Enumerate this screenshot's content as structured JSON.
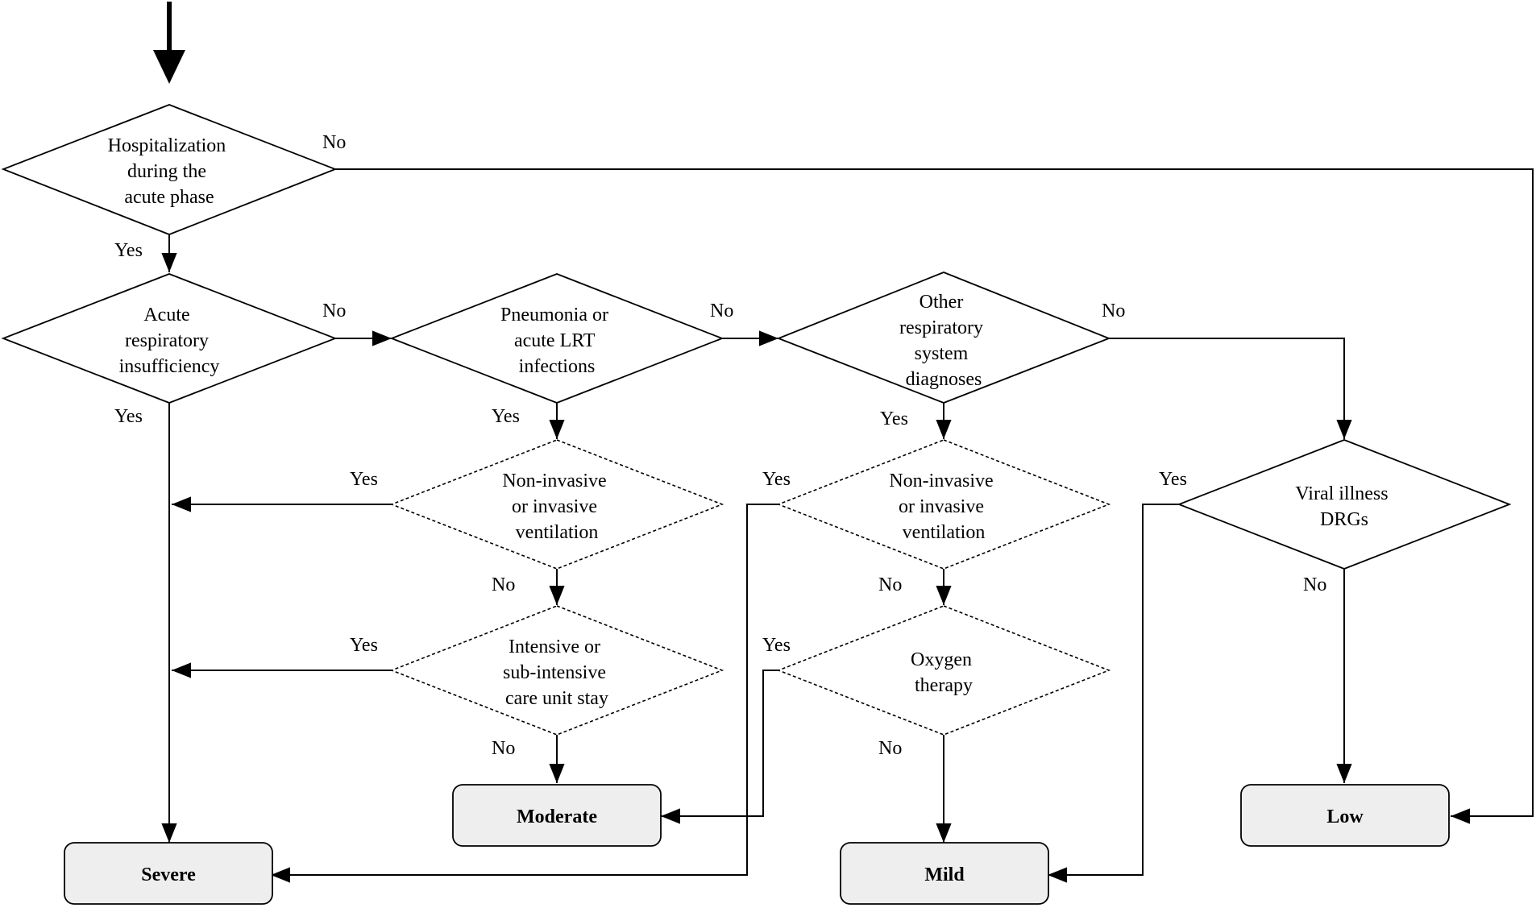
{
  "nodes": {
    "hospitalization": {
      "lines": [
        "Hospitalization",
        "during the",
        "acute phase"
      ]
    },
    "acute_resp": {
      "lines": [
        "Acute",
        "respiratory",
        "insufficiency"
      ]
    },
    "pneumonia": {
      "lines": [
        "Pneumonia or",
        "acute LRT",
        "infections"
      ]
    },
    "other_resp": {
      "lines": [
        "Other",
        "respiratory",
        "system",
        "diagnoses"
      ]
    },
    "ventilation_1": {
      "lines": [
        "Non-invasive",
        "or invasive",
        "ventilation"
      ]
    },
    "intensive_care": {
      "lines": [
        "Intensive or",
        "sub-intensive",
        "care unit stay"
      ]
    },
    "ventilation_2": {
      "lines": [
        "Non-invasive",
        "or invasive",
        "ventilation"
      ]
    },
    "oxygen": {
      "lines": [
        "Oxygen",
        "therapy"
      ]
    },
    "viral_drg": {
      "lines": [
        "Viral illness",
        "DRGs"
      ]
    }
  },
  "outcomes": {
    "severe": "Severe",
    "moderate": "Moderate",
    "mild": "Mild",
    "low": "Low"
  },
  "labels": {
    "yes": "Yes",
    "no": "No"
  }
}
